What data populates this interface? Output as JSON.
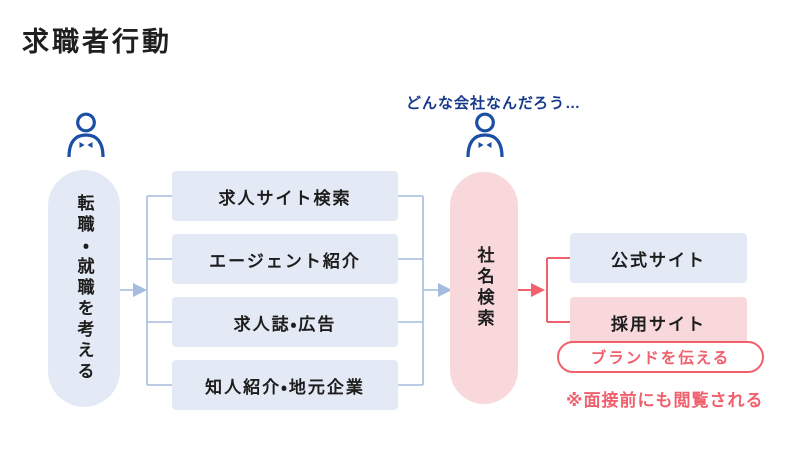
{
  "title": "求職者行動",
  "flow": {
    "start": {
      "label": "転職・就職を考える"
    },
    "channels": [
      "求人サイト検索",
      "エージェント紹介",
      "求人誌・広告",
      "知人紹介・地元企業"
    ],
    "search": {
      "label": "社名検索",
      "thought": "どんな会社なんだろう…"
    },
    "destinations": {
      "official": "公式サイト",
      "recruit": "採用サイト"
    },
    "brand_badge": "ブランドを伝える",
    "note": "※面接前にも閲覧される"
  },
  "icons": {
    "person_left": "person-icon",
    "person_right": "person-icon"
  },
  "colors": {
    "ink": "#1f1f1f",
    "icon-blue": "#1b4fa5",
    "navy": "#17398c",
    "line-blue": "#a5bcdf",
    "box-blue": "#e4eaf5",
    "pink": "#f9d8dc",
    "red": "#f0616d",
    "bg": "#ffffff"
  }
}
